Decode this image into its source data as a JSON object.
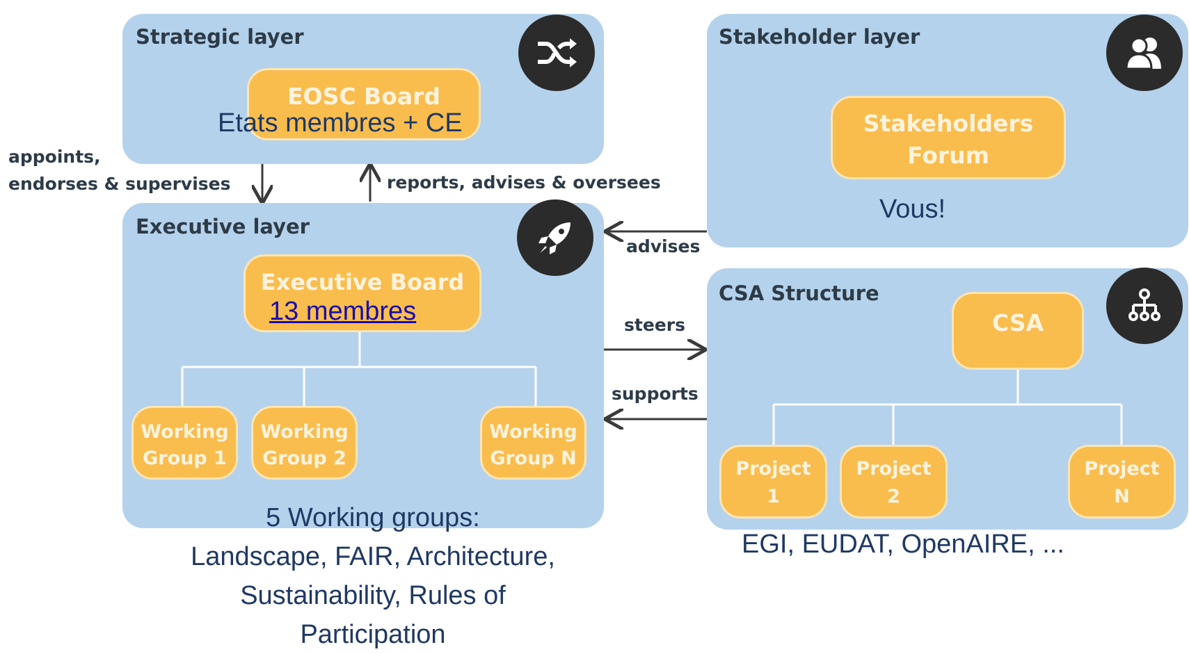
{
  "strategic": {
    "title": "Strategic layer",
    "box": "EOSC Board",
    "note": "Etats membres + CE"
  },
  "stakeholder": {
    "title": "Stakeholder layer",
    "box_line1": "Stakeholders",
    "box_line2": "Forum",
    "note": "Vous!"
  },
  "executive": {
    "title": "Executive layer",
    "box": "Executive Board",
    "link": "13 membres",
    "groups": [
      {
        "line1": "Working",
        "line2": "Group 1"
      },
      {
        "line1": "Working",
        "line2": "Group 2"
      },
      {
        "line1": "Working",
        "line2": "Group N"
      }
    ],
    "note_line1": "5 Working groups:",
    "note_line2": "Landscape, FAIR, Architecture,",
    "note_line3": "Sustainability, Rules of",
    "note_line4": "Participation"
  },
  "csa": {
    "title": "CSA Structure",
    "box": "CSA",
    "projects": [
      {
        "line1": "Project",
        "line2": "1"
      },
      {
        "line1": "Project",
        "line2": "2"
      },
      {
        "line1": "Project",
        "line2": "N"
      }
    ],
    "note": "EGI, EUDAT, OpenAIRE, ..."
  },
  "arrows": {
    "down_line1": "appoints,",
    "down_line2": "endorses & supervises",
    "up": "reports, advises & oversees",
    "advises": "advises",
    "steers": "steers",
    "supports": "supports"
  },
  "icons": {
    "strategic": "shuffle-icon",
    "stakeholder": "users-icon",
    "executive": "rocket-icon",
    "csa": "hierarchy-icon"
  },
  "colors": {
    "panel": "#b5d2ec",
    "box": "#f9bd4e",
    "badge": "#2b2b2b",
    "annotation": "#1f3864"
  }
}
